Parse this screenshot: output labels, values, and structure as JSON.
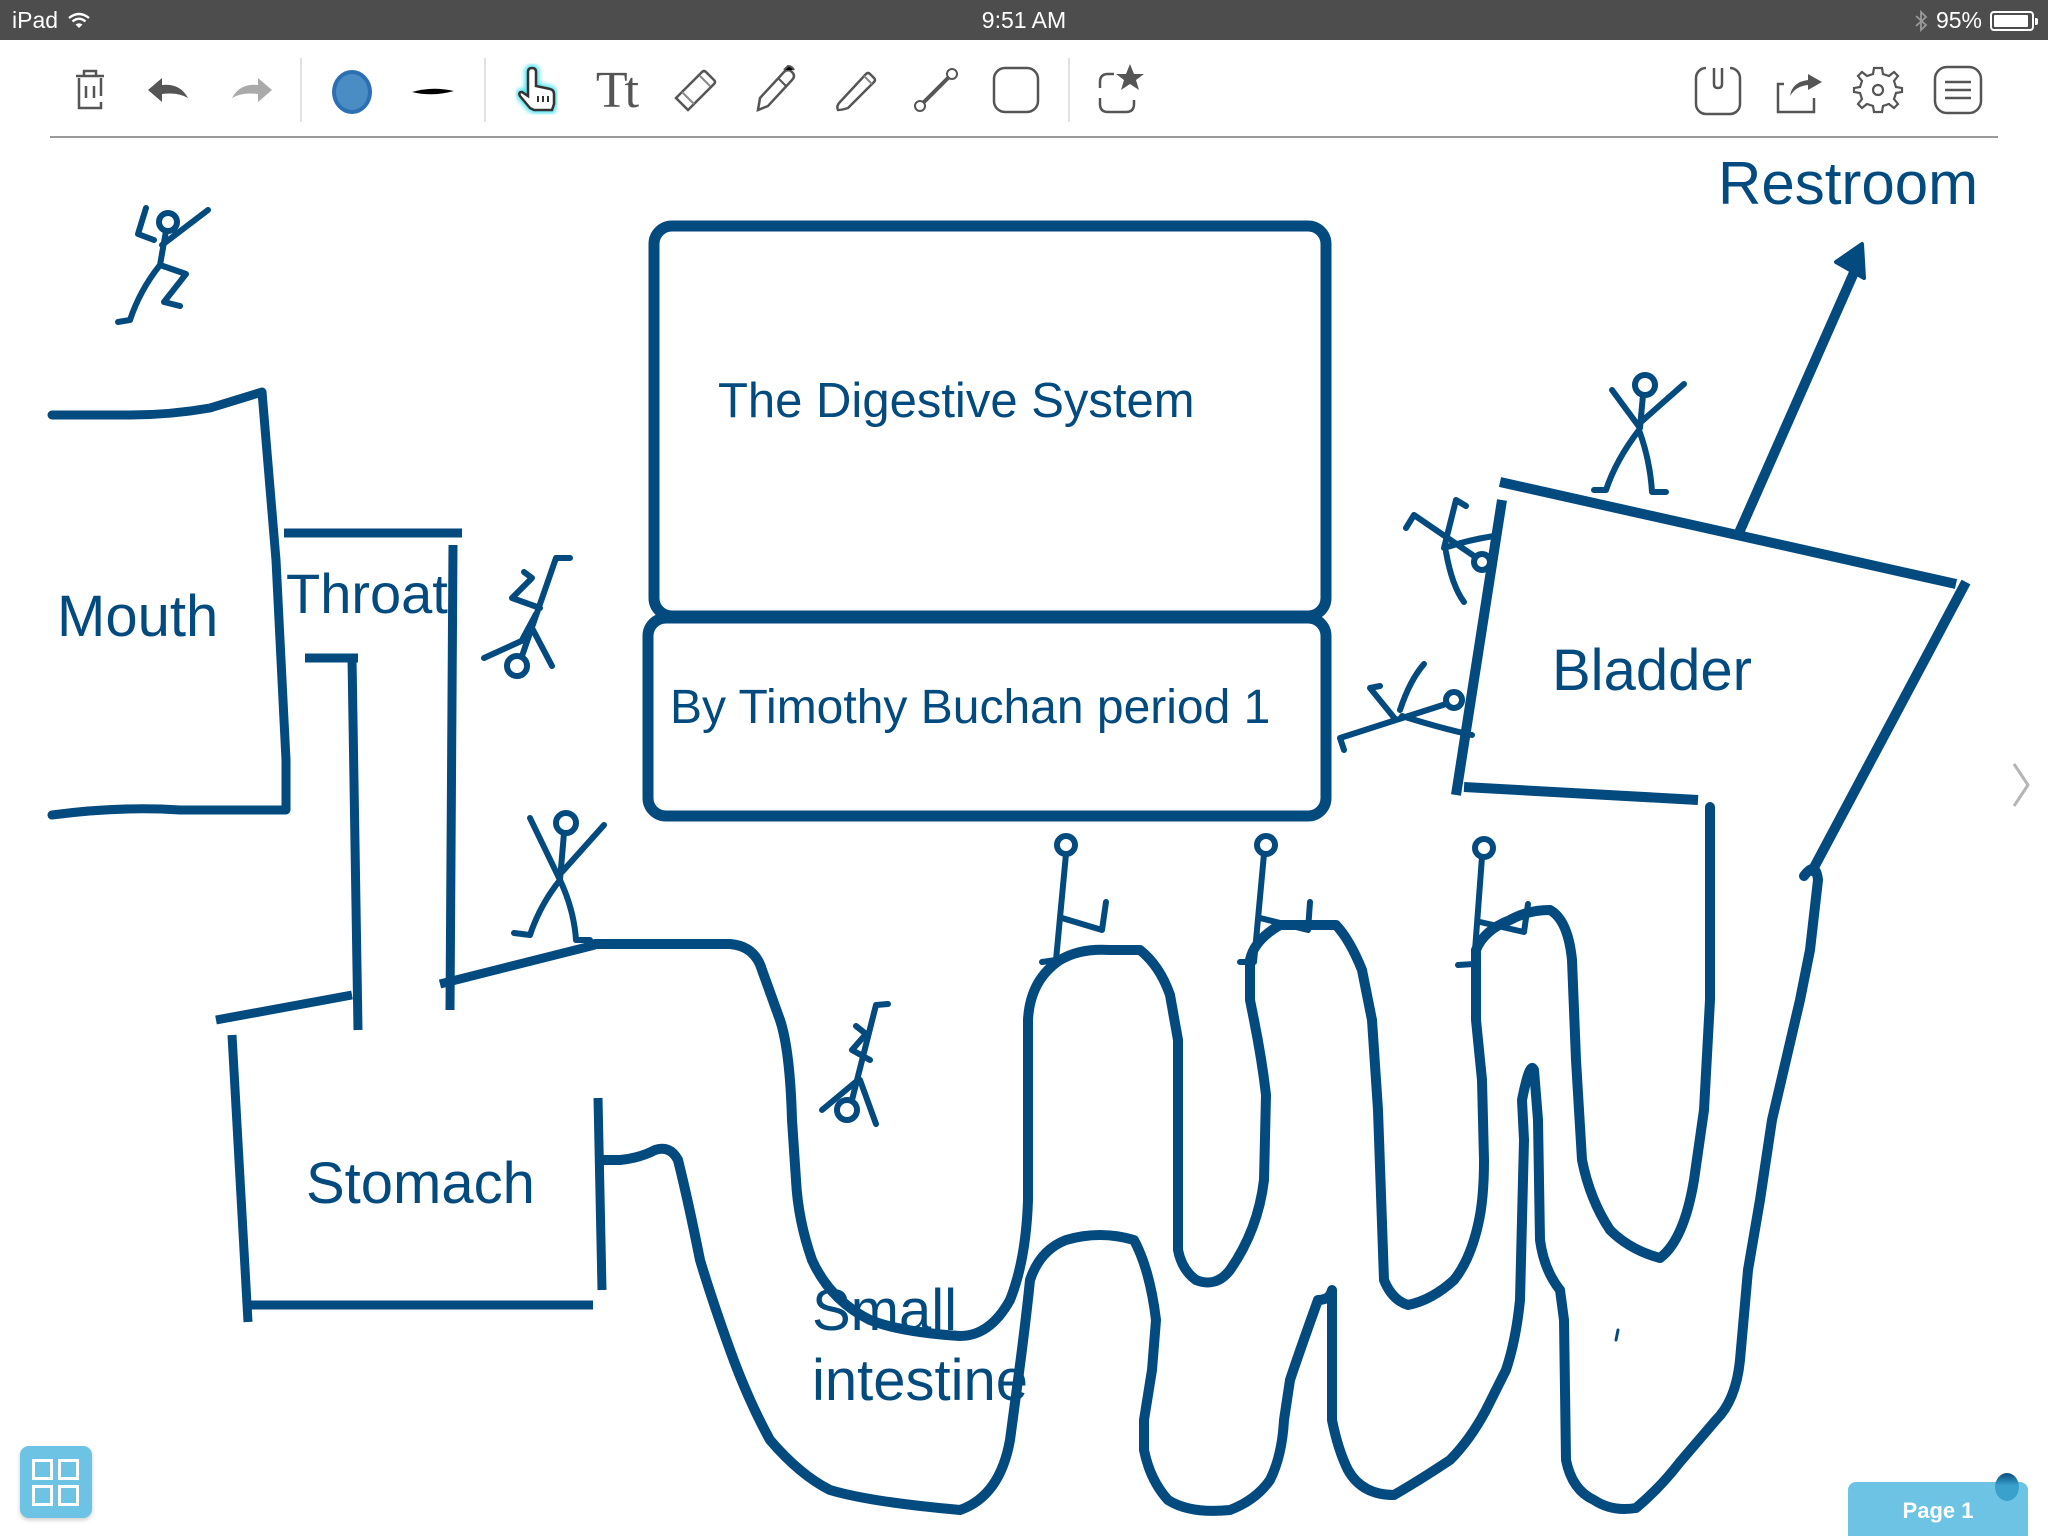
{
  "status_bar": {
    "device": "iPad",
    "time": "9:51 AM",
    "battery_percent": "95%",
    "battery_level": 0.95,
    "icons": [
      "wifi-icon",
      "bluetooth-icon",
      "battery-icon"
    ]
  },
  "toolbar": {
    "tools": [
      {
        "name": "trash",
        "icon": "trash-icon",
        "label": "Delete"
      },
      {
        "name": "undo",
        "icon": "undo-arrow-icon",
        "label": "Undo"
      },
      {
        "name": "redo",
        "icon": "redo-arrow-icon",
        "label": "Redo",
        "disabled": true
      },
      {
        "name": "color",
        "icon": "color-swatch-icon",
        "label": "Color",
        "value": "#2c6fb2"
      },
      {
        "name": "stroke-width",
        "icon": "stroke-width-icon",
        "label": "Stroke width"
      },
      {
        "name": "hand",
        "icon": "hand-pointer-icon",
        "label": "Select / Pan",
        "active": true
      },
      {
        "name": "text",
        "icon": "text-tool-icon",
        "label": "Tt"
      },
      {
        "name": "eraser",
        "icon": "eraser-icon",
        "label": "Eraser"
      },
      {
        "name": "pen",
        "icon": "pen-icon",
        "label": "Pen"
      },
      {
        "name": "pencil",
        "icon": "pencil-icon",
        "label": "Pencil"
      },
      {
        "name": "line",
        "icon": "line-tool-icon",
        "label": "Line"
      },
      {
        "name": "shape",
        "icon": "rounded-rect-icon",
        "label": "Shape"
      },
      {
        "name": "stamp",
        "icon": "star-stamp-icon",
        "label": "Stamp"
      },
      {
        "name": "clip",
        "icon": "paperclip-icon",
        "label": "Attach"
      },
      {
        "name": "share",
        "icon": "share-icon",
        "label": "Share"
      },
      {
        "name": "settings",
        "icon": "gear-icon",
        "label": "Settings"
      },
      {
        "name": "menu",
        "icon": "menu-list-icon",
        "label": "Menu"
      }
    ]
  },
  "canvas": {
    "ink_color": "#034a7f",
    "labels": {
      "title": "The Digestive System",
      "author": "By Timothy Buchan period 1",
      "mouth": "Mouth",
      "throat": "Throat",
      "stomach": "Stomach",
      "small_intestine_line1": "Small",
      "small_intestine_line2": "intestine",
      "bladder": "Bladder",
      "restroom": "Restroom"
    },
    "stick_figure_count": 10
  },
  "footer": {
    "page_label": "Page 1",
    "pages_button": "pages-grid-icon",
    "next_page": "chevron-right-icon"
  },
  "colors": {
    "status_bar": "#4d4d4d",
    "accent": "#6cc3e3",
    "ink": "#034a7f",
    "tool_gray": "#555555"
  }
}
